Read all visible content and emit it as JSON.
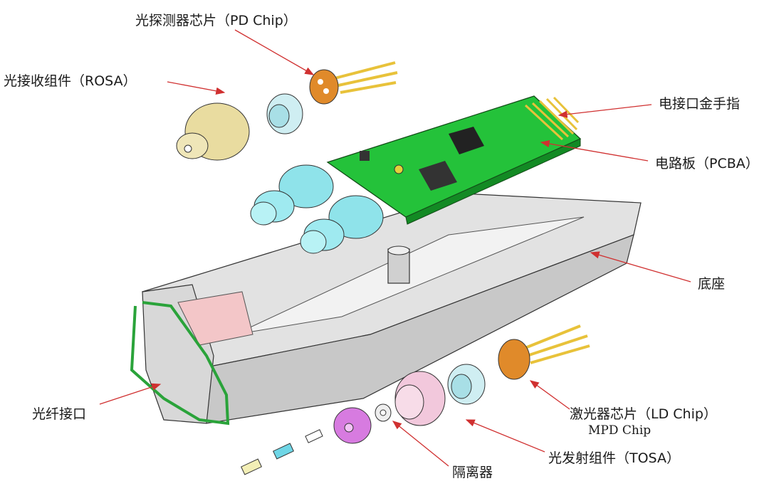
{
  "title": "SFP optical module exploded view",
  "labels": {
    "pd_chip": "光探测器芯片（PD Chip）",
    "rosa": "光接收组件（ROSA）",
    "gold_finger": "电接口金手指",
    "pcba": "电路板（PCBA）",
    "base": "底座",
    "fiber_port": "光纤接口",
    "ld_chip": "激光器芯片（LD Chip）",
    "mpd_chip": "MPD Chip",
    "tosa": "光发射组件（TOSA）",
    "isolator": "隔离器"
  },
  "colors": {
    "arrow": "#d03030",
    "pcb": "#22c03a",
    "base": "#d4d4d4",
    "gold": "#e8c23a",
    "cyan": "#8fe3ea",
    "rosa": "#e9dca0",
    "tosa_pink": "#f2c8dc",
    "magenta": "#d77be0",
    "chip_orange": "#e08a2a"
  }
}
